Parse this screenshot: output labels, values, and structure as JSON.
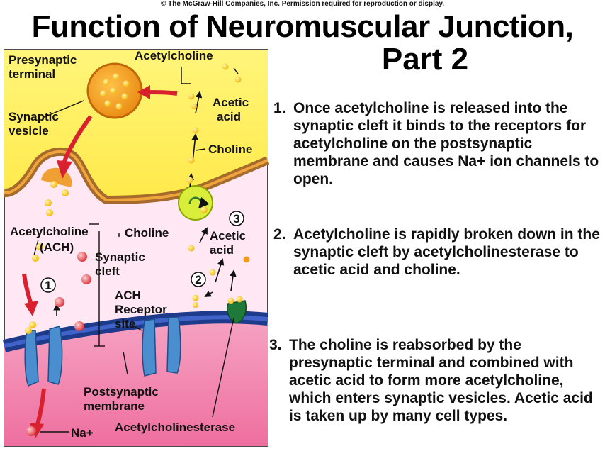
{
  "copyright": "© The McGraw-Hill Companies, Inc. Permission required for reproduction or display.",
  "title": {
    "line1": "Function of Neuromuscular Junction,",
    "line2": "Part 2"
  },
  "labels": {
    "presynaptic_terminal_1": "Presynaptic",
    "presynaptic_terminal_2": "terminal",
    "acetylcholine_top": "Acetylcholine",
    "acetic_acid_top_1": "Acetic",
    "acetic_acid_top_2": "acid",
    "synaptic_vesicle_1": "Synaptic",
    "synaptic_vesicle_2": "vesicle",
    "choline_top": "Choline",
    "acetylcholine_left": "Acetylcholine",
    "ach": "(ACH)",
    "choline_mid": "Choline",
    "acetic_acid_mid_1": "Acetic",
    "acetic_acid_mid_2": "acid",
    "synaptic_cleft_1": "Synaptic",
    "synaptic_cleft_2": "cleft",
    "ach_receptor_1": "ACH",
    "ach_receptor_2": "Receptor",
    "ach_receptor_3": "site",
    "postsynaptic_membrane_1": "Postsynaptic",
    "postsynaptic_membrane_2": "membrane",
    "na": "Na+",
    "acetylcholinesterase": "Acetylcholinesterase",
    "marker_1": "1",
    "marker_2": "2",
    "marker_3": "3"
  },
  "steps": [
    {
      "num": "1.",
      "text": "Once acetylcholine is released into the synaptic cleft it binds to the receptors for acetylcholine on the postsynaptic membrane and causes Na+ ion channels to open."
    },
    {
      "num": "2.",
      "text": "Acetylcholine is rapidly broken down in the synaptic cleft by acetylcholinesterase to acetic acid and choline."
    },
    {
      "num": "3.",
      "text": "The choline is reabsorbed by the presynaptic terminal and combined with acetic acid to form more acetylcholine, which enters synaptic vesicles.  Acetic acid is taken up by many cell types."
    }
  ],
  "colors": {
    "presynaptic": "#fff36a",
    "cleft": "#ffe8f4",
    "postsynaptic": "#f07aa8",
    "membrane": "#a76a2a",
    "postsynaptic_membrane": "#1e3a8a",
    "receptor": "#4a8ed0",
    "vesicle": "#f29a1a",
    "acetylcholine": "#ffcc22",
    "sodium": "#e5484d",
    "arrow_red": "#d8202f",
    "enzyme": "#1f7a3a",
    "choline_transporter": "#d8ee3a"
  }
}
